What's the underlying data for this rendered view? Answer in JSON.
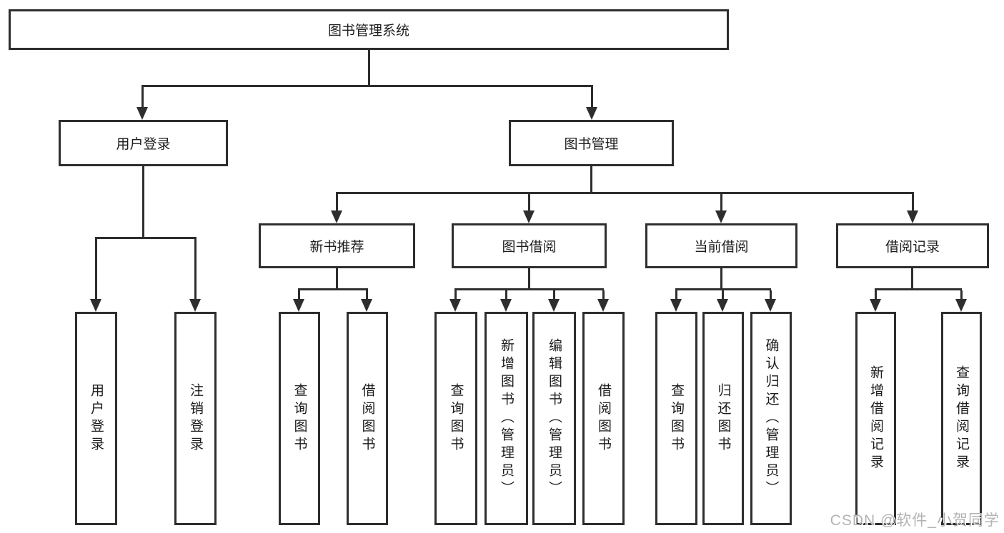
{
  "colors": {
    "line": "#2e2e2e",
    "text": "#1c1c1c",
    "background": "#ffffff",
    "watermark": "#b3b3b3"
  },
  "watermark": {
    "text": "CSDN @软件_小贺同学"
  },
  "nodes": {
    "root": {
      "label": "图书管理系统"
    },
    "user_login": {
      "label": "用户登录"
    },
    "book_mgmt": {
      "label": "图书管理"
    },
    "new_books": {
      "label": "新书推荐"
    },
    "book_borrow": {
      "label": "图书借阅"
    },
    "current_borrow": {
      "label": "当前借阅"
    },
    "borrow_records": {
      "label": "借阅记录"
    },
    "leaf_user_login": {
      "label": "用户登录"
    },
    "leaf_logout": {
      "label": "注销登录"
    },
    "leaf_nb_query": {
      "label": "查询图书"
    },
    "leaf_nb_borrow": {
      "label": "借阅图书"
    },
    "leaf_bb_query": {
      "label": "查询图书"
    },
    "leaf_bb_add": {
      "label": "新增图书（管理员）"
    },
    "leaf_bb_edit": {
      "label": "编辑图书（管理员）"
    },
    "leaf_bb_borrow": {
      "label": "借阅图书"
    },
    "leaf_cb_query": {
      "label": "查询图书"
    },
    "leaf_cb_return": {
      "label": "归还图书"
    },
    "leaf_cb_confirm": {
      "label": "确认归还（管理员）"
    },
    "leaf_br_add": {
      "label": "新增借阅记录"
    },
    "leaf_br_query": {
      "label": "查询借阅记录"
    }
  },
  "hierarchy": {
    "root": "图书管理系统",
    "children": [
      {
        "label": "用户登录",
        "children": [
          "用户登录",
          "注销登录"
        ]
      },
      {
        "label": "图书管理",
        "children": [
          {
            "label": "新书推荐",
            "children": [
              "查询图书",
              "借阅图书"
            ]
          },
          {
            "label": "图书借阅",
            "children": [
              "查询图书",
              "新增图书（管理员）",
              "编辑图书（管理员）",
              "借阅图书"
            ]
          },
          {
            "label": "当前借阅",
            "children": [
              "查询图书",
              "归还图书",
              "确认归还（管理员）"
            ]
          },
          {
            "label": "借阅记录",
            "children": [
              "新增借阅记录",
              "查询借阅记录"
            ]
          }
        ]
      }
    ]
  }
}
